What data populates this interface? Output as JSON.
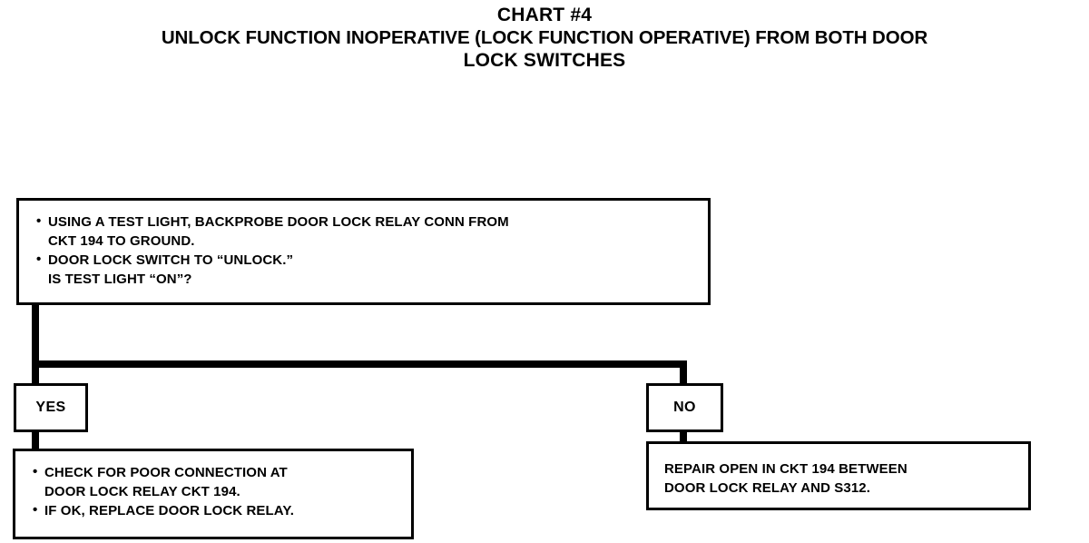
{
  "title": {
    "line1": "CHART #4",
    "line2": "UNLOCK FUNCTION INOPERATIVE (LOCK FUNCTION OPERATIVE) FROM BOTH DOOR",
    "line3": "LOCK SWITCHES"
  },
  "question_box": {
    "bullets": [
      {
        "line1": "USING A TEST LIGHT, BACKPROBE DOOR LOCK RELAY CONN FROM",
        "line2": "CKT 194 TO GROUND."
      },
      {
        "line1": "DOOR LOCK SWITCH TO “UNLOCK.”",
        "line2": "IS TEST LIGHT “ON”?"
      }
    ]
  },
  "branches": {
    "yes": {
      "label": "YES",
      "result": {
        "bullets": [
          {
            "line1": "CHECK FOR POOR CONNECTION AT",
            "line2": "DOOR LOCK RELAY CKT 194."
          },
          {
            "line1": "IF OK, REPLACE DOOR LOCK RELAY.",
            "line2": ""
          }
        ]
      }
    },
    "no": {
      "label": "NO",
      "result": {
        "line1": "REPAIR OPEN IN CKT 194 BETWEEN",
        "line2": "DOOR LOCK RELAY AND S312."
      }
    }
  },
  "colors": {
    "ink": "#000000",
    "paper": "#ffffff"
  }
}
